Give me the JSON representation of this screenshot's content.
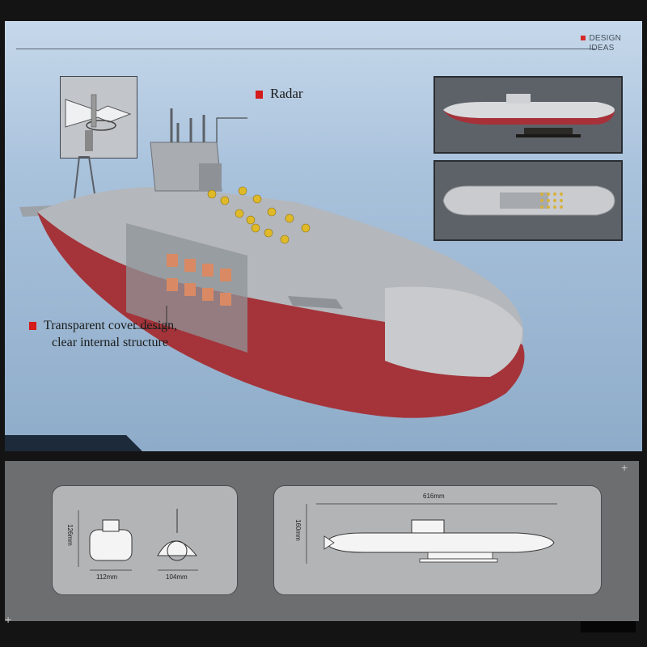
{
  "header": {
    "tag_line1": "DESIGN",
    "tag_line2": "IDEAS"
  },
  "callouts": {
    "radar": "Radar",
    "cover_line1": "Transparent cover design,",
    "cover_line2": "clear internal structure"
  },
  "dimensions": {
    "front_height": "126mm",
    "front_width": "112mm",
    "rear_width": "104mm",
    "length": "616mm",
    "side_height": "160mm"
  },
  "colors": {
    "accent": "#d41a1a",
    "hull_top": "#b4b7bb",
    "hull_bottom": "#a4343a",
    "background": "#141414"
  }
}
